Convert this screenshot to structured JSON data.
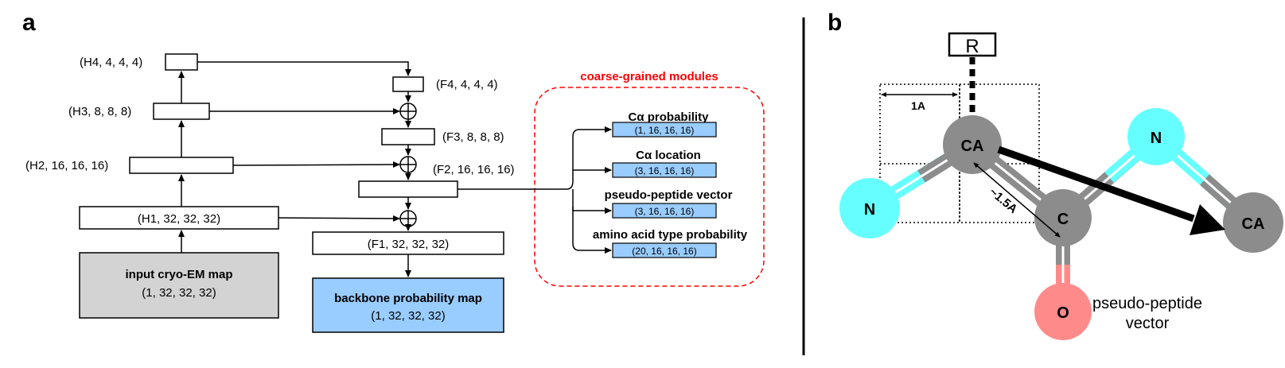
{
  "panel_a": {
    "label": "a",
    "encoder": {
      "h4": "(H4, 4, 4, 4)",
      "h3": "(H3, 8, 8, 8)",
      "h2": "(H2, 16, 16, 16)",
      "h1": "(H1, 32, 32, 32)",
      "input_title": "input cryo-EM map",
      "input_shape": "(1, 32, 32, 32)"
    },
    "decoder": {
      "f4": "(F4, 4, 4, 4)",
      "f3": "(F3, 8, 8, 8)",
      "f2": "(F2, 16, 16, 16)",
      "f1": "(F1, 32, 32, 32)",
      "output_title": "backbone probability map",
      "output_shape": "(1, 32, 32, 32)"
    },
    "modules": {
      "title": "coarse-grained modules",
      "items": [
        {
          "name": "Cα probability",
          "shape": "(1, 16, 16, 16)"
        },
        {
          "name": "Cα location",
          "shape": "(3, 16, 16, 16)"
        },
        {
          "name": "pseudo-peptide vector",
          "shape": "(3, 16, 16, 16)"
        },
        {
          "name": "amino acid type probability",
          "shape": "(20, 16, 16, 16)"
        }
      ]
    }
  },
  "panel_b": {
    "label": "b",
    "r_label": "R",
    "dist_1a": "1A",
    "dist_15a": "~1.5A",
    "atoms": {
      "n_left": "N",
      "ca_main": "CA",
      "c": "C",
      "o": "O",
      "n_right": "N",
      "ca_right": "CA"
    },
    "vector_label_line1": "pseudo-peptide",
    "vector_label_line2": "vector"
  },
  "colors": {
    "input_box": "#d3d3d3",
    "blue_box": "#99ccff",
    "red_dash": "#ff0000",
    "carbon": "#8c8c8c",
    "nitrogen": "#66ffff",
    "oxygen": "#ff8a8a"
  }
}
